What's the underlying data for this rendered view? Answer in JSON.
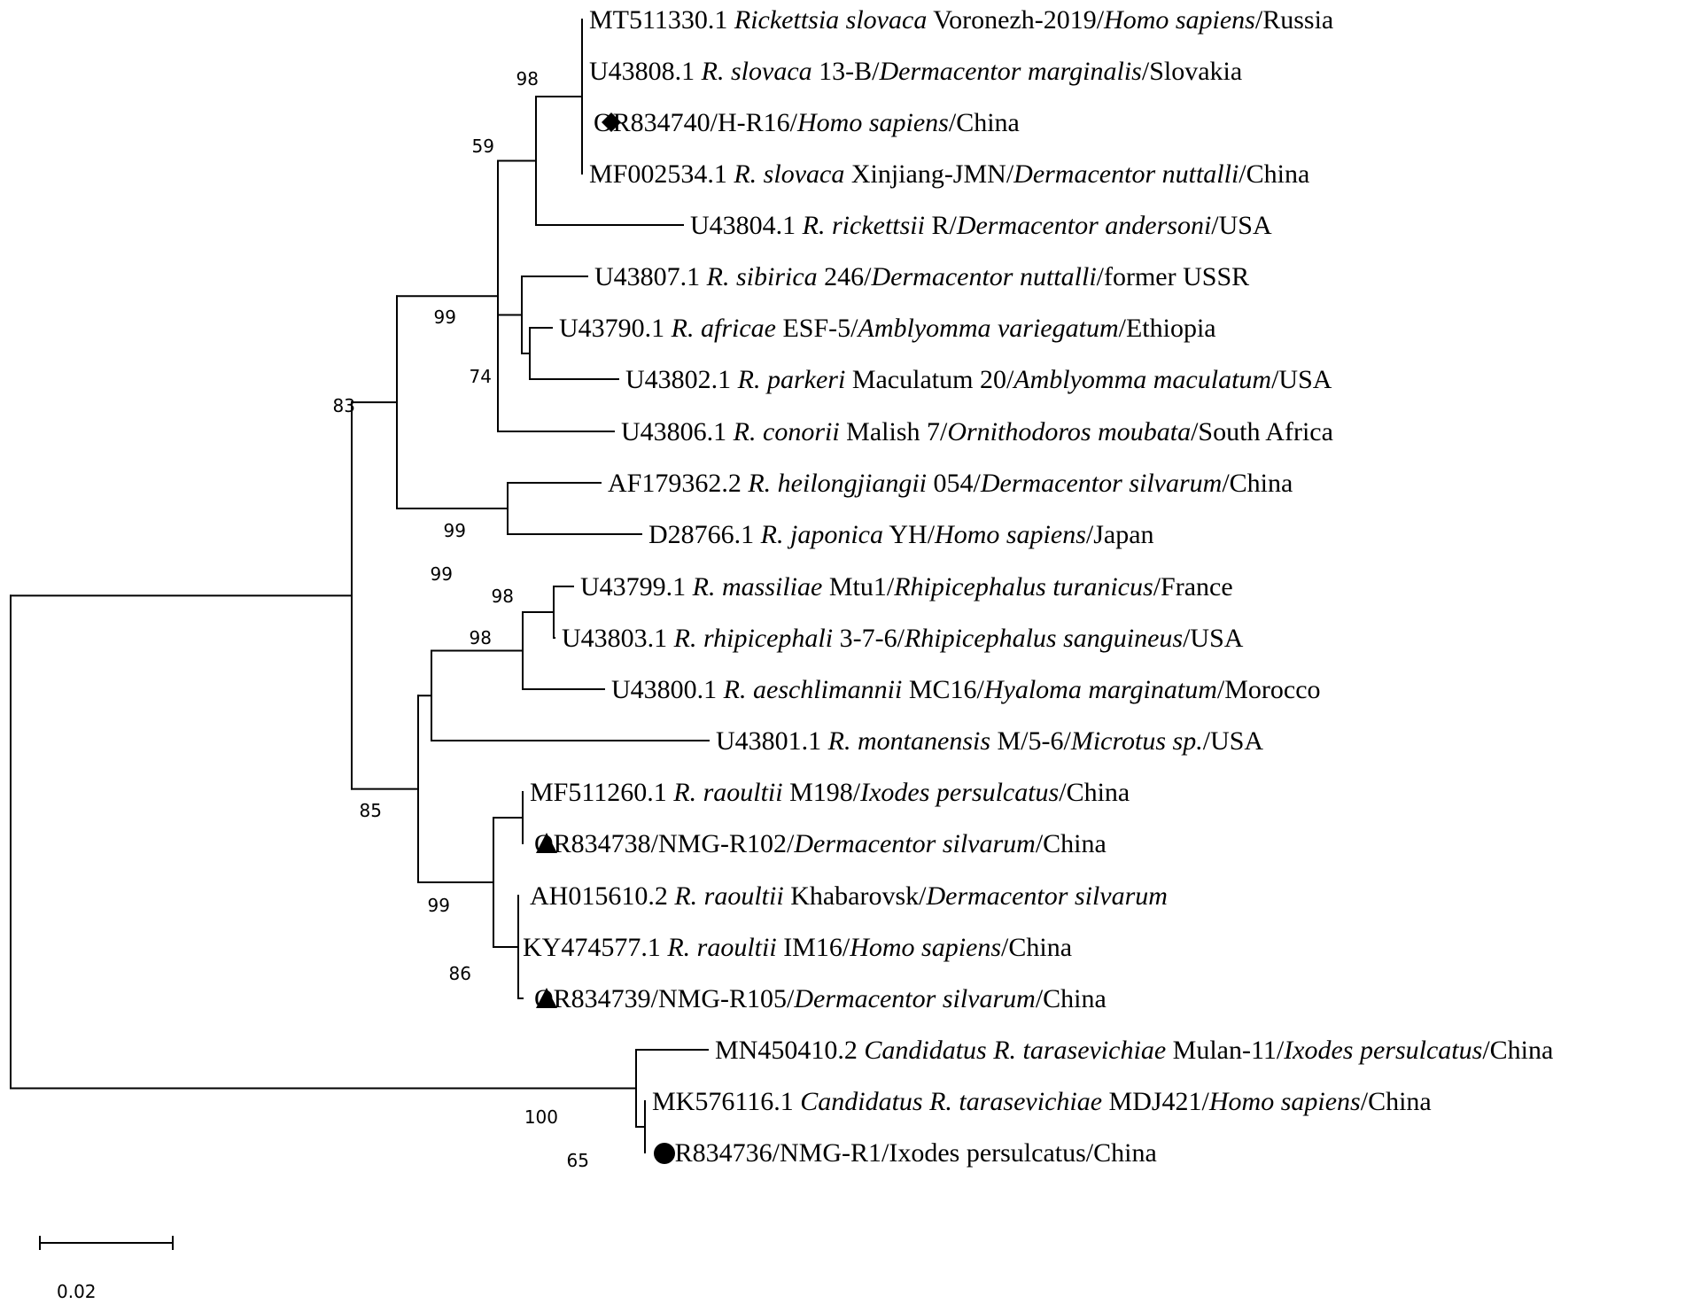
{
  "leaves": [
    {
      "parts": [
        {
          "t": "MT511330.1 "
        },
        {
          "t": "Rickettsia slovaca",
          "i": true
        },
        {
          "t": " Voronezh-2019/"
        },
        {
          "t": "Homo sapiens",
          "i": true
        },
        {
          "t": "/Russia"
        }
      ]
    },
    {
      "parts": [
        {
          "t": "U43808.1 "
        },
        {
          "t": "R. slovaca",
          "i": true
        },
        {
          "t": " 13-B/"
        },
        {
          "t": "Dermacentor marginalis",
          "i": true
        },
        {
          "t": "/Slovakia"
        }
      ]
    },
    {
      "marker": "diamond-icon",
      "parts": [
        {
          "t": "OR834740/H-R16/"
        },
        {
          "t": "Homo sapiens",
          "i": true
        },
        {
          "t": "/China"
        }
      ]
    },
    {
      "parts": [
        {
          "t": "MF002534.1 "
        },
        {
          "t": "R. slovaca",
          "i": true
        },
        {
          "t": " Xinjiang-JMN/"
        },
        {
          "t": "Dermacentor nuttalli",
          "i": true
        },
        {
          "t": "/China"
        }
      ]
    },
    {
      "parts": [
        {
          "t": "U43804.1 "
        },
        {
          "t": "R. rickettsii",
          "i": true
        },
        {
          "t": " R/"
        },
        {
          "t": "Dermacentor andersoni",
          "i": true
        },
        {
          "t": "/USA"
        }
      ]
    },
    {
      "parts": [
        {
          "t": "U43807.1 "
        },
        {
          "t": "R. sibirica",
          "i": true
        },
        {
          "t": " 246/"
        },
        {
          "t": "Dermacentor nuttalli",
          "i": true
        },
        {
          "t": "/former USSR"
        }
      ]
    },
    {
      "parts": [
        {
          "t": "U43790.1 "
        },
        {
          "t": "R. africae",
          "i": true
        },
        {
          "t": " ESF-5/"
        },
        {
          "t": "Amblyomma variegatum",
          "i": true
        },
        {
          "t": "/Ethiopia"
        }
      ]
    },
    {
      "parts": [
        {
          "t": "U43802.1 "
        },
        {
          "t": "R. parkeri",
          "i": true
        },
        {
          "t": " Maculatum 20/"
        },
        {
          "t": "Amblyomma maculatum",
          "i": true
        },
        {
          "t": "/USA"
        }
      ]
    },
    {
      "parts": [
        {
          "t": "U43806.1 "
        },
        {
          "t": "R. conorii",
          "i": true
        },
        {
          "t": " Malish 7/"
        },
        {
          "t": "Ornithodoros moubata",
          "i": true
        },
        {
          "t": "/South Africa"
        }
      ]
    },
    {
      "parts": [
        {
          "t": "AF179362.2 "
        },
        {
          "t": "R. heilongjiangii",
          "i": true
        },
        {
          "t": " 054/"
        },
        {
          "t": "Dermacentor silvarum",
          "i": true
        },
        {
          "t": "/China"
        }
      ]
    },
    {
      "parts": [
        {
          "t": "D28766.1 "
        },
        {
          "t": "R. japonica",
          "i": true
        },
        {
          "t": " YH/"
        },
        {
          "t": "Homo sapiens",
          "i": true
        },
        {
          "t": "/Japan"
        }
      ]
    },
    {
      "parts": [
        {
          "t": "U43799.1 "
        },
        {
          "t": "R. massiliae",
          "i": true
        },
        {
          "t": " Mtu1/"
        },
        {
          "t": "Rhipicephalus turanicus",
          "i": true
        },
        {
          "t": "/France"
        }
      ]
    },
    {
      "parts": [
        {
          "t": "U43803.1 "
        },
        {
          "t": "R. rhipicephali",
          "i": true
        },
        {
          "t": " 3-7-6/"
        },
        {
          "t": "Rhipicephalus sanguineus",
          "i": true
        },
        {
          "t": "/USA"
        }
      ]
    },
    {
      "parts": [
        {
          "t": "U43800.1 "
        },
        {
          "t": "R. aeschlimannii",
          "i": true
        },
        {
          "t": " MC16/"
        },
        {
          "t": "Hyaloma marginatum",
          "i": true
        },
        {
          "t": "/Morocco"
        }
      ]
    },
    {
      "parts": [
        {
          "t": "U43801.1 "
        },
        {
          "t": "R. montanensis",
          "i": true
        },
        {
          "t": " M/5-6/"
        },
        {
          "t": "Microtus sp.",
          "i": true
        },
        {
          "t": "/USA"
        }
      ]
    },
    {
      "parts": [
        {
          "t": "MF511260.1 "
        },
        {
          "t": "R. raoultii",
          "i": true
        },
        {
          "t": " M198/"
        },
        {
          "t": "Ixodes persulcatus",
          "i": true
        },
        {
          "t": "/China"
        }
      ]
    },
    {
      "marker": "triangle-icon",
      "parts": [
        {
          "t": "OR834738/NMG-R102/"
        },
        {
          "t": "Dermacentor silvarum",
          "i": true
        },
        {
          "t": "/China"
        }
      ]
    },
    {
      "parts": [
        {
          "t": "AH015610.2 "
        },
        {
          "t": "R. raoultii",
          "i": true
        },
        {
          "t": " Khabarovsk/"
        },
        {
          "t": "Dermacentor silvarum",
          "i": true
        }
      ]
    },
    {
      "parts": [
        {
          "t": "KY474577.1 "
        },
        {
          "t": "R. raoultii",
          "i": true
        },
        {
          "t": " IM16/"
        },
        {
          "t": "Homo sapiens",
          "i": true
        },
        {
          "t": "/China"
        }
      ]
    },
    {
      "marker": "triangle-icon",
      "parts": [
        {
          "t": "OR834739/NMG-R105/"
        },
        {
          "t": "Dermacentor silvarum",
          "i": true
        },
        {
          "t": "/China"
        }
      ]
    },
    {
      "parts": [
        {
          "t": "MN450410.2 "
        },
        {
          "t": "Candidatus R. tarasevichiae",
          "i": true
        },
        {
          "t": " Mulan-11/"
        },
        {
          "t": "Ixodes persulcatus",
          "i": true
        },
        {
          "t": "/China"
        }
      ]
    },
    {
      "parts": [
        {
          "t": "MK576116.1 "
        },
        {
          "t": "Candidatus R. tarasevichiae",
          "i": true
        },
        {
          "t": " MDJ421/"
        },
        {
          "t": "Homo sapiens",
          "i": true
        },
        {
          "t": "/China"
        }
      ]
    },
    {
      "marker": "circle-icon",
      "parts": [
        {
          "t": "OR834736/NMG-R1/Ixodes persulcatus/China"
        }
      ]
    }
  ],
  "bootstrap_values": [
    "98",
    "59",
    "99",
    "74",
    "83",
    "99",
    "99",
    "98",
    "98",
    "85",
    "99",
    "86",
    "100",
    "65"
  ],
  "scale": {
    "value": 0.02,
    "label": "0.02"
  }
}
